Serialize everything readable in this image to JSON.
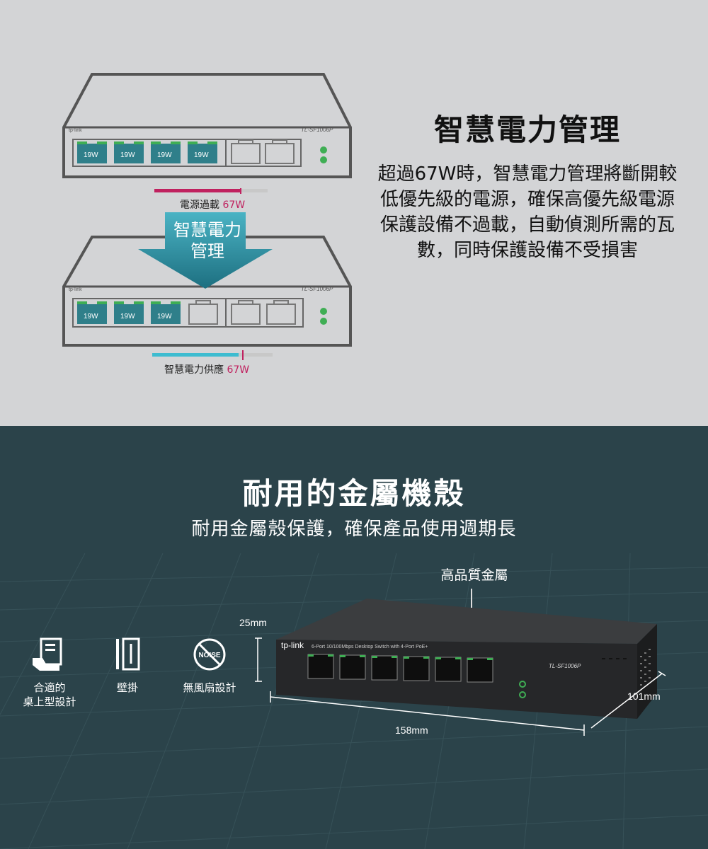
{
  "top": {
    "title": "智慧電力管理",
    "description": "超過67W時，智慧電力管理將斷開較低優先級的電源，確保高優先級電源保護設備不過載，自動偵測所需的瓦數，同時保護設備不受損害",
    "arrow_line1": "智慧電力",
    "arrow_line2": "管理",
    "overload_label": "電源過載",
    "overload_value": "67W",
    "smart_label": "智慧電力供應",
    "smart_value": "67W",
    "switch_model": "TL-SF1006P",
    "switch_brand": "tp-link",
    "port_watts_top": [
      "19W",
      "19W",
      "19W",
      "19W"
    ],
    "port_watts_bottom": [
      "19W",
      "19W",
      "19W"
    ],
    "colors": {
      "overload": "#c0215f",
      "smart": "#3dbcd0",
      "arrow": "#2a8a9e"
    }
  },
  "bottom": {
    "title": "耐用的金屬機殼",
    "subtitle": "耐用金屬殼保護，確保產品使用週期長",
    "callout": "高品質金屬",
    "dim_height": "25mm",
    "dim_width": "158mm",
    "dim_depth": "101mm",
    "device_model": "TL-SF1006P",
    "device_brand": "tp-link",
    "device_desc": "6-Port 10/100Mbps Desktop Switch with 4-Port PoE+",
    "features": [
      {
        "icon": "desktop-icon",
        "line1": "合適的",
        "line2": "桌上型設計"
      },
      {
        "icon": "wall-mount-icon",
        "line1": "壁掛",
        "line2": ""
      },
      {
        "icon": "no-noise-icon",
        "line1": "無風扇設計",
        "line2": ""
      }
    ],
    "noise_text": "NOISE",
    "background": "#2b434a"
  }
}
